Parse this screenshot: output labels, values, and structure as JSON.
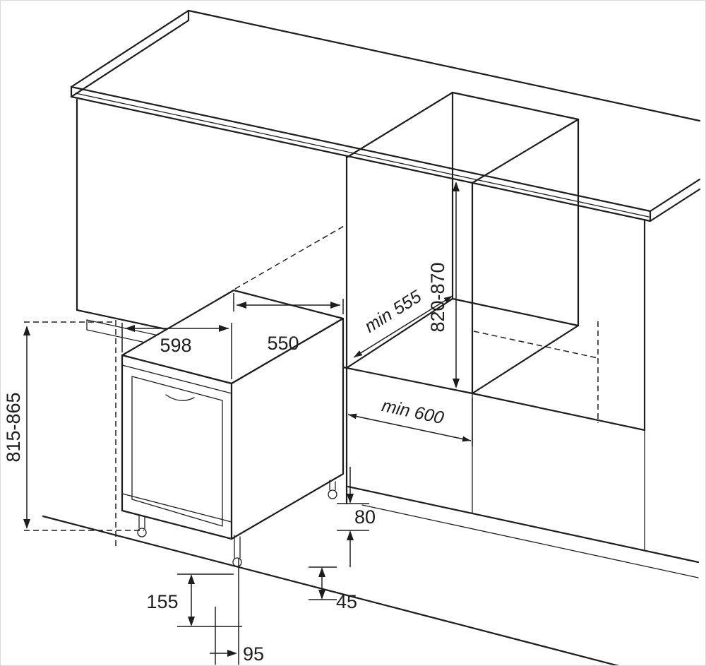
{
  "labels": {
    "appliance_width": "598",
    "appliance_depth": "550",
    "appliance_height": "815-865",
    "niche_min_depth": "min 555",
    "niche_height": "820-870",
    "niche_min_width": "min 600",
    "rear_clearance": "80",
    "plinth_clearance": "155",
    "foot_clearance": "45",
    "front_clearance": "95"
  },
  "colors": {
    "line": "#1d1d1b",
    "background": "#ffffff",
    "frame": "#d9d9d9"
  }
}
